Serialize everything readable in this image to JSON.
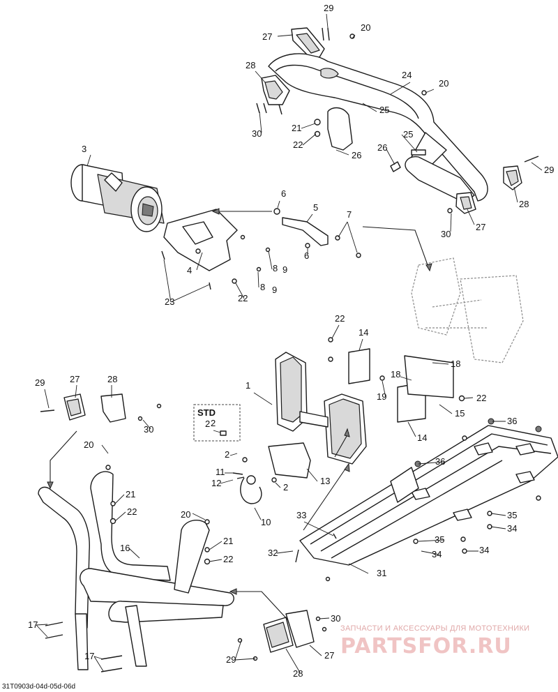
{
  "diagram": {
    "callouts": [
      {
        "id": "c29a",
        "label": "29"
      },
      {
        "id": "c27a",
        "label": "27"
      },
      {
        "id": "c20a",
        "label": "20"
      },
      {
        "id": "c28a",
        "label": "28"
      },
      {
        "id": "c24",
        "label": "24"
      },
      {
        "id": "c20b",
        "label": "20"
      },
      {
        "id": "c25a",
        "label": "25"
      },
      {
        "id": "c30a",
        "label": "30"
      },
      {
        "id": "c21a",
        "label": "21"
      },
      {
        "id": "c22a",
        "label": "22"
      },
      {
        "id": "c26a",
        "label": "26"
      },
      {
        "id": "c25b",
        "label": "25"
      },
      {
        "id": "c26b",
        "label": "26"
      },
      {
        "id": "c29b",
        "label": "29"
      },
      {
        "id": "c28b",
        "label": "28"
      },
      {
        "id": "c30b",
        "label": "30"
      },
      {
        "id": "c27b",
        "label": "27"
      },
      {
        "id": "c3",
        "label": "3"
      },
      {
        "id": "c6a",
        "label": "6"
      },
      {
        "id": "c5",
        "label": "5"
      },
      {
        "id": "c7",
        "label": "7"
      },
      {
        "id": "c6b",
        "label": "6"
      },
      {
        "id": "c4",
        "label": "4"
      },
      {
        "id": "c8a",
        "label": "8"
      },
      {
        "id": "c9a",
        "label": "9"
      },
      {
        "id": "c8b",
        "label": "8"
      },
      {
        "id": "c9b",
        "label": "9"
      },
      {
        "id": "c23",
        "label": "23"
      },
      {
        "id": "c22b",
        "label": "22"
      },
      {
        "id": "c22c",
        "label": "22"
      },
      {
        "id": "c14a",
        "label": "14"
      },
      {
        "id": "c18a",
        "label": "18"
      },
      {
        "id": "c18b",
        "label": "18"
      },
      {
        "id": "c19",
        "label": "19"
      },
      {
        "id": "c22d",
        "label": "22"
      },
      {
        "id": "c15",
        "label": "15"
      },
      {
        "id": "c14b",
        "label": "14"
      },
      {
        "id": "c1",
        "label": "1"
      },
      {
        "id": "c29c",
        "label": "29"
      },
      {
        "id": "c27c",
        "label": "27"
      },
      {
        "id": "c28c",
        "label": "28"
      },
      {
        "id": "c30c",
        "label": "30"
      },
      {
        "id": "c2a",
        "label": "2"
      },
      {
        "id": "c2b",
        "label": "2"
      },
      {
        "id": "c11",
        "label": "11"
      },
      {
        "id": "c12",
        "label": "12"
      },
      {
        "id": "c13",
        "label": "13"
      },
      {
        "id": "c2c",
        "label": "2"
      },
      {
        "id": "c10",
        "label": "10"
      },
      {
        "id": "c36a",
        "label": "36"
      },
      {
        "id": "c36b",
        "label": "36"
      },
      {
        "id": "c20c",
        "label": "20"
      },
      {
        "id": "c21b",
        "label": "21"
      },
      {
        "id": "c22e",
        "label": "22"
      },
      {
        "id": "c20d",
        "label": "20"
      },
      {
        "id": "c21c",
        "label": "21"
      },
      {
        "id": "c22f",
        "label": "22"
      },
      {
        "id": "c16",
        "label": "16"
      },
      {
        "id": "c33",
        "label": "33"
      },
      {
        "id": "c32",
        "label": "32"
      },
      {
        "id": "c31",
        "label": "31"
      },
      {
        "id": "c35a",
        "label": "35"
      },
      {
        "id": "c34a",
        "label": "34"
      },
      {
        "id": "c35b",
        "label": "35"
      },
      {
        "id": "c34b",
        "label": "34"
      },
      {
        "id": "c34c",
        "label": "34"
      },
      {
        "id": "c17a",
        "label": "17"
      },
      {
        "id": "c17b",
        "label": "17"
      },
      {
        "id": "c30d",
        "label": "30"
      },
      {
        "id": "c29d",
        "label": "29"
      },
      {
        "id": "c27d",
        "label": "27"
      },
      {
        "id": "c28d",
        "label": "28"
      }
    ],
    "std_label": "STD",
    "std_part": "2",
    "reference_code": "31T0903d-04d-05d-06d",
    "watermark_text": "ЗАПЧАСТИ И АКСЕССУАРЫ ДЛЯ МОТОТЕХНИКИ",
    "watermark_brand": "PARTSFOR.RU",
    "colors": {
      "line": "#1a1a1a",
      "background": "#ffffff",
      "watermark": "#f0c4c4"
    }
  }
}
